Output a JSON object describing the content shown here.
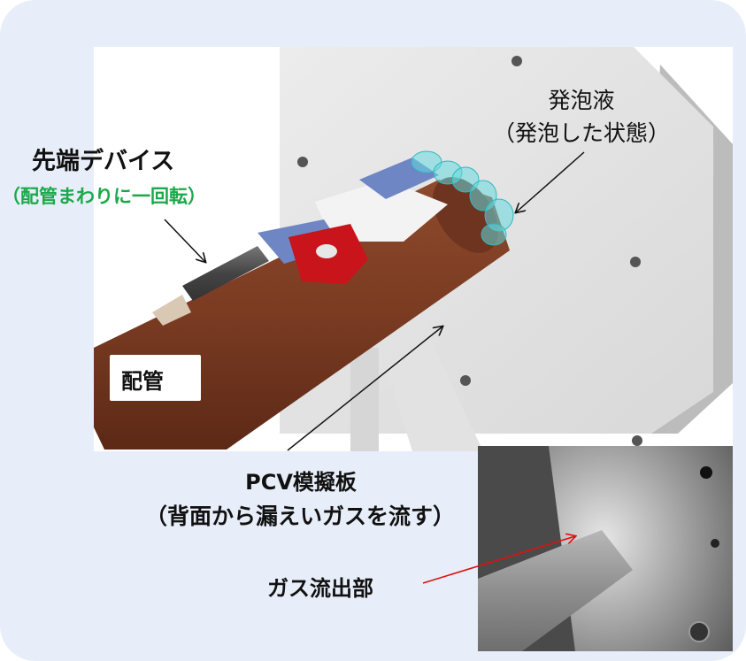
{
  "labels": {
    "tip_device": "先端デバイス",
    "tip_rotation": "（配管まわりに一回転）",
    "foam_liquid": "発泡液",
    "foam_state": "（発泡した状態）",
    "pipe": "配管",
    "pcv_plate": "PCV模擬板",
    "pcv_note": "（背面から漏えいガスを流す）",
    "gas_outlet": "ガス流出部"
  },
  "colors": {
    "panel_bg": "#e8eef9",
    "pipe_brown": "#7a3b22",
    "device_red": "#c8141a",
    "device_blue": "#6f86c4",
    "foam_cyan": "#66d9de",
    "annotation_green": "#1aa84a",
    "pointer_red": "#e01010"
  }
}
